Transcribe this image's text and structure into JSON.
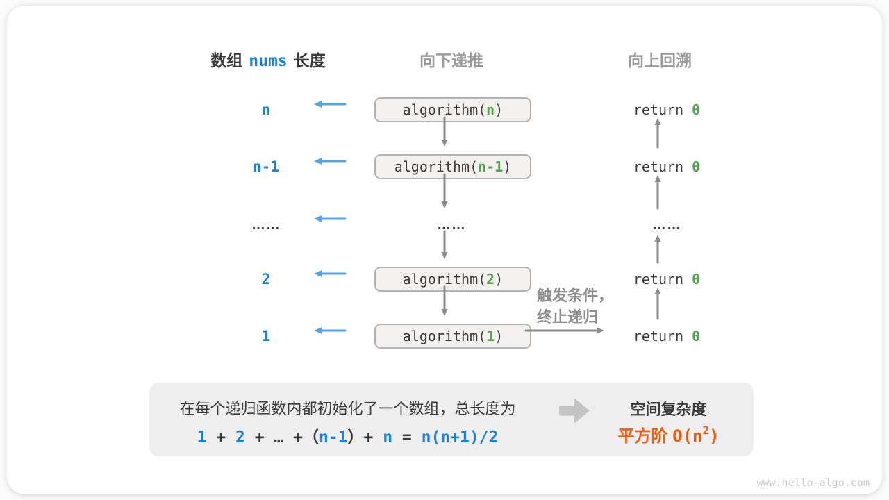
{
  "headers": {
    "length_label_prefix": "数组",
    "length_code": "nums",
    "length_label_suffix": "长度",
    "recurse": "向下递推",
    "backtrack": "向上回溯"
  },
  "rows": [
    {
      "length": "n",
      "call": "algorithm(",
      "arg": "n",
      "call_close": ")",
      "ret": "return ",
      "ret_val": "0"
    },
    {
      "length": "n-1",
      "call": "algorithm(",
      "arg": "n-1",
      "call_close": ")",
      "ret": "return ",
      "ret_val": "0"
    },
    {
      "length": "……",
      "mid_dots": "……",
      "ret_dots": "……"
    },
    {
      "length": "2",
      "call": "algorithm(",
      "arg": "2",
      "call_close": ")",
      "ret": "return ",
      "ret_val": "0"
    },
    {
      "length": "1",
      "call": "algorithm(",
      "arg": "1",
      "call_close": ")",
      "ret": "return ",
      "ret_val": "0"
    }
  ],
  "annotation": {
    "line1": "触发条件，",
    "line2": "终止递归"
  },
  "summary": {
    "line1": "在每个递归函数内都初始化了一个数组，总长度为",
    "f1": "1",
    "f_op1": " + ",
    "f2": "2",
    "f_op2": " + … +（",
    "f3": "n-1",
    "f_op3": "）+ ",
    "f4": "n",
    "f_op4": " = ",
    "f5": "n(n+1)/2",
    "right_title": "空间复杂度",
    "result_prefix": "平方阶 ",
    "result_code": "O(n",
    "result_sup": "2",
    "result_close": ")"
  },
  "watermark": "www.hello-algo.com",
  "colors": {
    "text_blue": "#1d82d2",
    "arrow_blue": "#55a5e5",
    "green": "#56a351",
    "orange": "#f05b0b",
    "arrow_gray": "#8a8a8a",
    "box_fill": "#f2f1ee",
    "box_border": "#b3b3b3",
    "panel_fill": "#efeeee"
  }
}
